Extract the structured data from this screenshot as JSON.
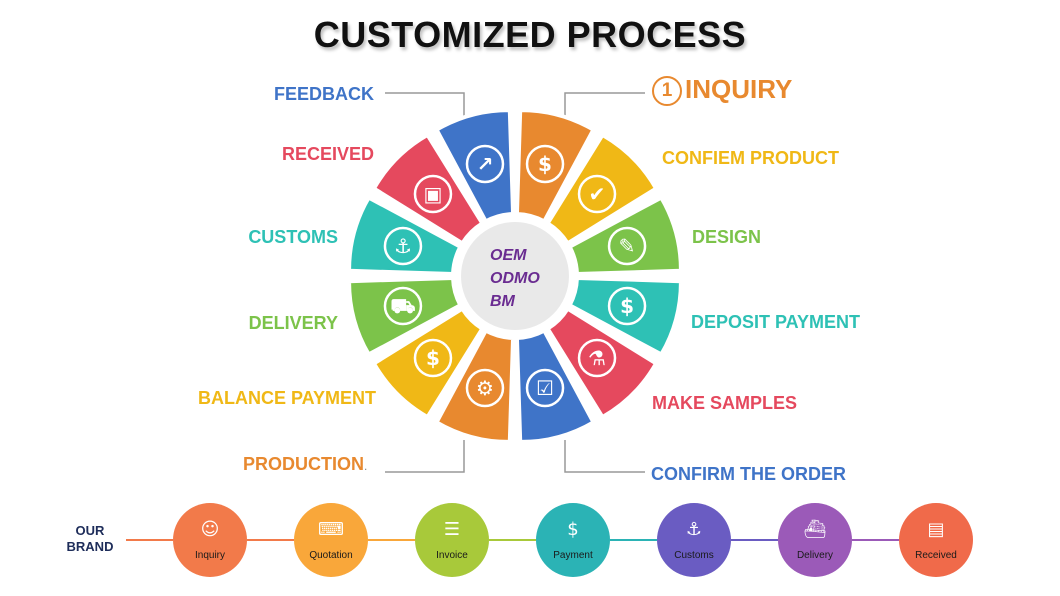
{
  "title": "CUSTOMIZED PROCESS",
  "center_lines": [
    "OEM",
    "ODMO",
    "BM"
  ],
  "steps": [
    {
      "label": "INQUIRY",
      "number": "1",
      "color": "#e8892f",
      "icon": "chat-dollar-icon"
    },
    {
      "label": "CONFIEM PRODUCT",
      "color": "#f0b816",
      "icon": "check-icon"
    },
    {
      "label": "DESIGN",
      "color": "#7cc34a",
      "icon": "ruler-pencil-icon"
    },
    {
      "label": "DEPOSIT PAYMENT",
      "color": "#2ec1b5",
      "icon": "lightbulb-dollar-icon"
    },
    {
      "label": "MAKE SAMPLES",
      "color": "#e5495e",
      "icon": "test-tube-icon"
    },
    {
      "label": "CONFIRM THE ORDER",
      "color": "#3f74c8",
      "icon": "document-check-icon"
    },
    {
      "label": "PRODUCTION",
      "suffix": ".",
      "color": "#e8892f",
      "icon": "robot-arm-icon"
    },
    {
      "label": "BALANCE PAYMENT",
      "color": "#f0b816",
      "icon": "shield-dollar-icon"
    },
    {
      "label": "DELIVERY",
      "color": "#7cc34a",
      "icon": "truck-icon"
    },
    {
      "label": "CUSTOMS",
      "color": "#2ec1b5",
      "icon": "anchor-icon"
    },
    {
      "label": "RECEIVED",
      "color": "#e5495e",
      "icon": "box-icon"
    },
    {
      "label": "FEEDBACK",
      "color": "#3f74c8",
      "icon": "growth-chart-dollar-icon"
    }
  ],
  "brand": {
    "line1": "OUR",
    "line2": "BRAND"
  },
  "timeline": [
    {
      "label": "Inquiry",
      "color": "#f27a4a",
      "icon": "meeting-icon"
    },
    {
      "label": "Quotation",
      "color": "#f9a73a",
      "icon": "calculator-icon"
    },
    {
      "label": "Invoice",
      "color": "#a8c93a",
      "icon": "invoice-icon"
    },
    {
      "label": "Payment",
      "color": "#2bb3b5",
      "icon": "cash-icon"
    },
    {
      "label": "Customs",
      "color": "#6a5cc2",
      "icon": "anchor-icon"
    },
    {
      "label": "Delivery",
      "color": "#9b5ab8",
      "icon": "ship-icon"
    },
    {
      "label": "Received",
      "color": "#f06a4a",
      "icon": "package-icon"
    }
  ]
}
